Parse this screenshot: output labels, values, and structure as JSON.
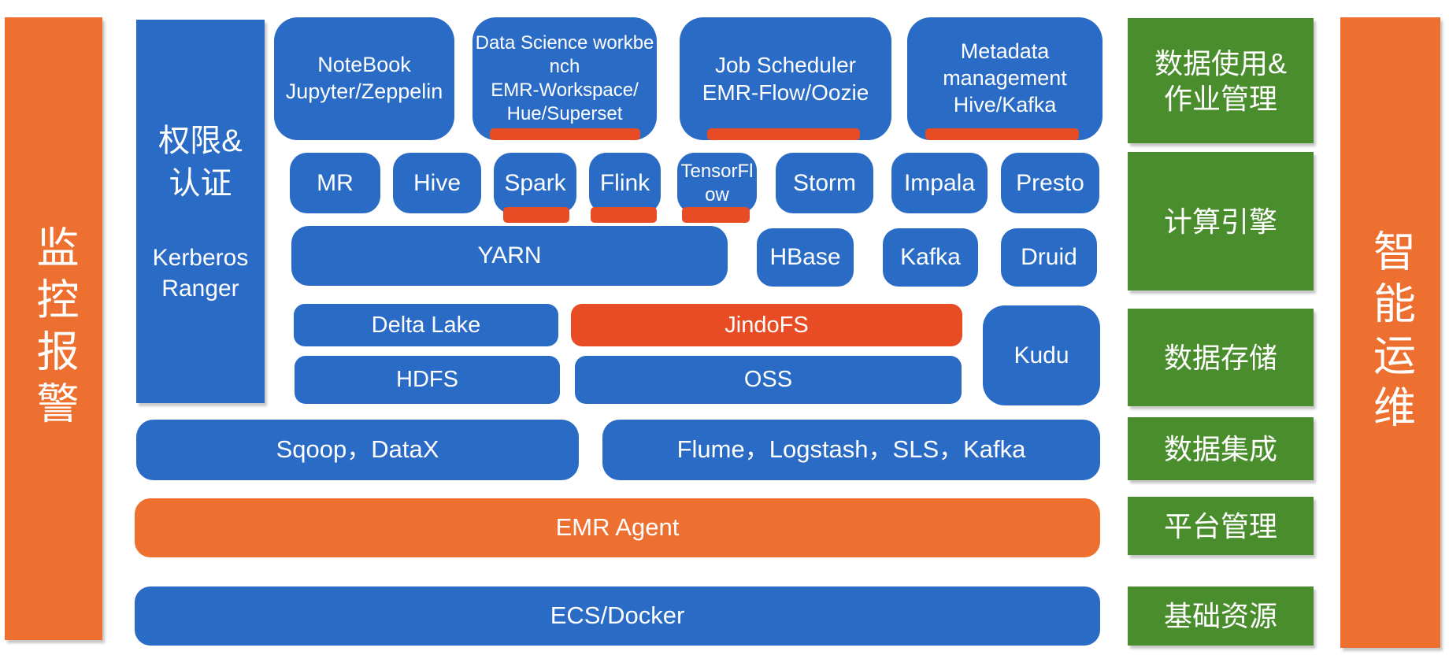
{
  "colors": {
    "blue": "#2A6BC6",
    "orange": "#ED7030",
    "accent": "#E84C24",
    "green": "#4A8D2C",
    "text": "#FFFFFF",
    "background": "#FFFFFF"
  },
  "side_bars": {
    "left_label": "监控报警",
    "right_label": "智能运维"
  },
  "auth": {
    "title": "权限&\n认证",
    "subtitle": "Kerberos\nRanger"
  },
  "top_row": {
    "notebook": "NoteBook\nJupyter/Zeppelin",
    "data_science": "Data Science workbe\nnch\nEMR-Workspace/\nHue/Superset",
    "job_scheduler": "Job Scheduler\nEMR-Flow/Oozie",
    "metadata": "Metadata\nmanagement\nHive/Kafka"
  },
  "engines": {
    "mr": "MR",
    "hive": "Hive",
    "spark": "Spark",
    "flink": "Flink",
    "tensorflow": "TensorFl\now",
    "storm": "Storm",
    "impala": "Impala",
    "presto": "Presto"
  },
  "resource": {
    "yarn": "YARN",
    "hbase": "HBase",
    "kafka": "Kafka",
    "druid": "Druid"
  },
  "storage": {
    "delta_lake": "Delta Lake",
    "jindofs": "JindoFS",
    "kudu": "Kudu",
    "hdfs": "HDFS",
    "oss": "OSS"
  },
  "integration": {
    "sqoop": "Sqoop，DataX",
    "flume": "Flume，Logstash，SLS，Kafka"
  },
  "platform": {
    "emr_agent": "EMR Agent"
  },
  "infra": {
    "ecs_docker": "ECS/Docker"
  },
  "categories": {
    "usage": "数据使用&\n作业管理",
    "compute": "计算引擎",
    "storage": "数据存储",
    "integration": "数据集成",
    "platform": "平台管理",
    "basic": "基础资源"
  }
}
